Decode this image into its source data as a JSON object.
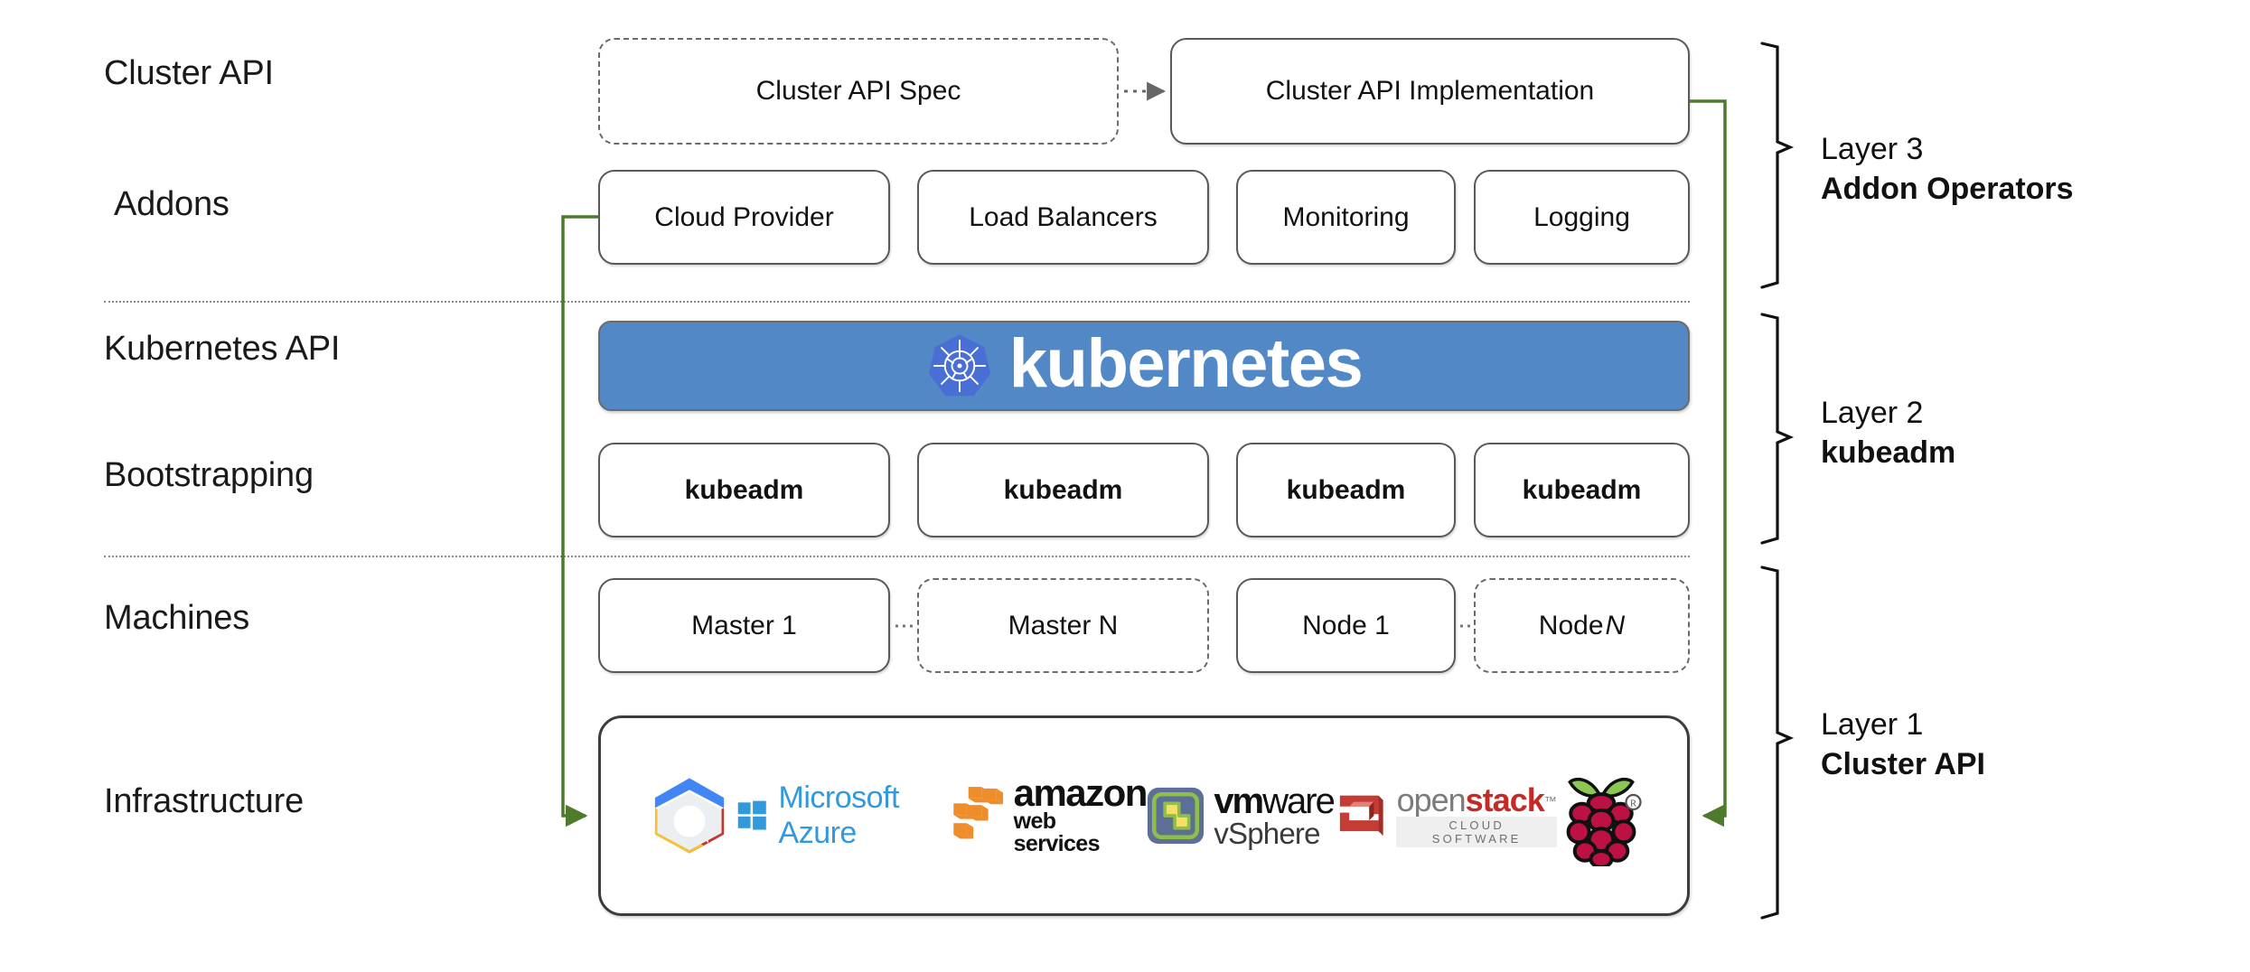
{
  "diagram": {
    "title": "Kubernetes Cluster API layered architecture",
    "accent_green": "#4e7a2b",
    "k8s_blue": "#5288c5",
    "k8s_logo_blue": "#4a6fd4"
  },
  "row_labels": [
    {
      "text": "Cluster API"
    },
    {
      "text": "Addons"
    },
    {
      "text": "Kubernetes API"
    },
    {
      "text": "Bootstrapping"
    },
    {
      "text": "Machines"
    },
    {
      "text": "Infrastructure"
    }
  ],
  "cluster_api_row": {
    "spec": {
      "label": "Cluster API Spec",
      "style": "dashed"
    },
    "implementation": {
      "label": "Cluster API Implementation",
      "style": "solid"
    },
    "connector": "dotted-arrow-right"
  },
  "addons_row": [
    {
      "label": "Cloud Provider"
    },
    {
      "label": "Load Balancers"
    },
    {
      "label": "Monitoring"
    },
    {
      "label": "Logging"
    }
  ],
  "kubernetes_api_row": {
    "wordmark": "kubernetes",
    "logo": "kubernetes-helm-icon"
  },
  "bootstrapping_row": [
    {
      "label": "kubeadm"
    },
    {
      "label": "kubeadm"
    },
    {
      "label": "kubeadm"
    },
    {
      "label": "kubeadm"
    }
  ],
  "machines_row": [
    {
      "label": "Master 1",
      "label_italic": "",
      "style": "solid"
    },
    {
      "label": "Master N",
      "label_italic": "",
      "style": "dashed"
    },
    {
      "label": "Node 1",
      "label_italic": "",
      "style": "solid"
    },
    {
      "label": "Node ",
      "label_italic": "N",
      "style": "dashed"
    }
  ],
  "infrastructure_row": {
    "providers": [
      {
        "name": "google-cloud-logo",
        "text": ""
      },
      {
        "name": "microsoft-azure-logo",
        "text": "Microsoft Azure"
      },
      {
        "name": "amazon-web-services-logo",
        "text_main": "amazon",
        "text_sub": "web services"
      },
      {
        "name": "vmware-vsphere-logo",
        "text_main_bold": "vm",
        "text_main": "ware",
        "text_sub": "vSphere"
      },
      {
        "name": "openstack-logo",
        "text_main": "open",
        "text_main_accent": "stack",
        "text_sub": "CLOUD SOFTWARE"
      },
      {
        "name": "raspberry-pi-logo",
        "text": ""
      }
    ]
  },
  "layers": [
    {
      "number": "Layer 3",
      "name": "Addon Operators"
    },
    {
      "number": "Layer 2",
      "name": "kubeadm"
    },
    {
      "number": "Layer 1",
      "name": "Cluster API"
    }
  ]
}
